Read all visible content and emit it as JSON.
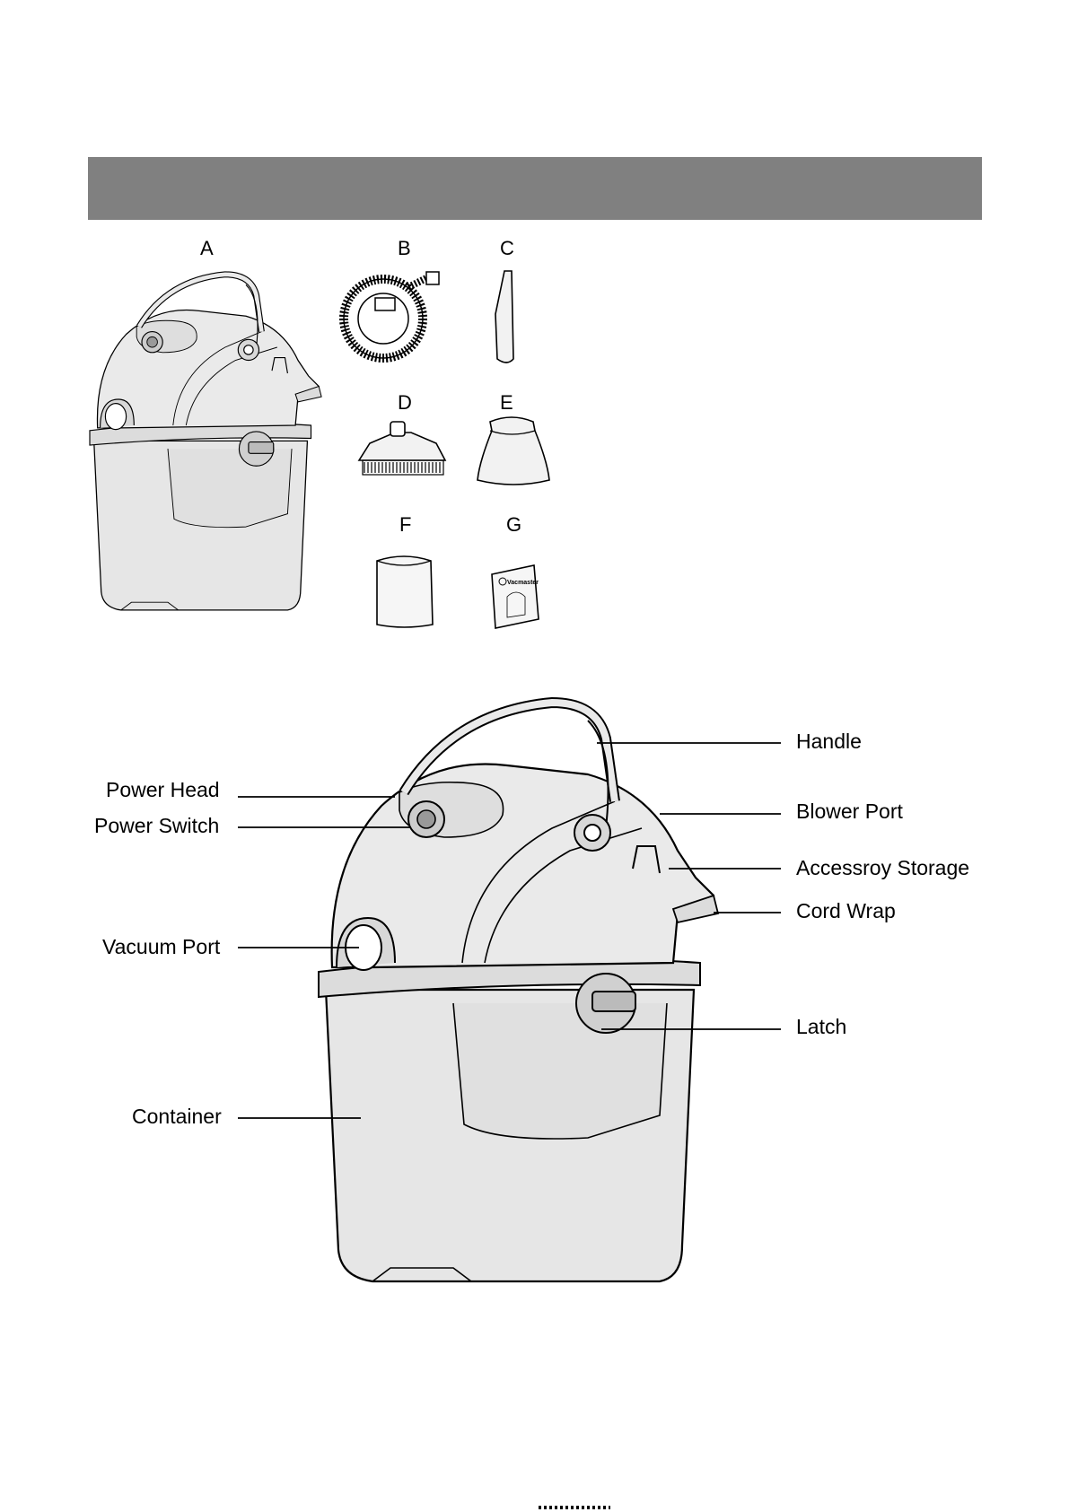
{
  "section_header": {
    "text": ""
  },
  "parts": [
    {
      "letter": "A"
    },
    {
      "letter": "B"
    },
    {
      "letter": "C"
    },
    {
      "letter": "D"
    },
    {
      "letter": "E"
    },
    {
      "letter": "F"
    },
    {
      "letter": "G"
    }
  ],
  "manual_cover": {
    "brand": "Vacmaster"
  },
  "callouts": {
    "handle": "Handle",
    "power_head": "Power Head",
    "blower_port": "Blower Port",
    "power_switch": "Power Switch",
    "accessory_storage": "Accessroy Storage",
    "cord_wrap": "Cord Wrap",
    "vacuum_port": "Vacuum Port",
    "latch": "Latch",
    "container": "Container"
  },
  "colors": {
    "header_bar": "#808080",
    "line_art": "#000000",
    "body_fill": "#e6e6e6"
  }
}
